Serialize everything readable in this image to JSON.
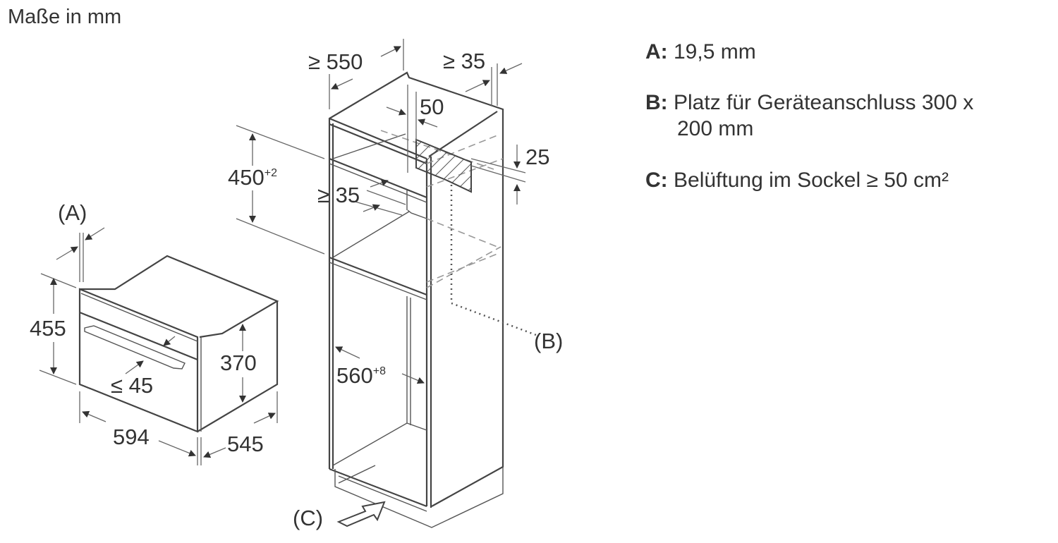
{
  "title": "Maße in mm",
  "legend": [
    {
      "key": "A:",
      "text": "19,5 mm"
    },
    {
      "key": "B:",
      "text": "Platz für Geräteanschluss 300 x",
      "text2": "200 mm"
    },
    {
      "key": "C:",
      "text": "Belüftung im Sockel ≥ 50 cm²"
    }
  ],
  "appliance": {
    "marker_a": "(A)",
    "height": "455",
    "side_height": "370",
    "handle_depth": "≤ 45",
    "width": "594",
    "depth": "545"
  },
  "cabinet": {
    "depth": "≥ 550",
    "rear_gap": "≥ 35",
    "offset": "50",
    "slot_height": "25",
    "niche_height": "450",
    "niche_height_tol": "+2",
    "shelf_gap": "≥ 35",
    "niche_width": "560",
    "niche_width_tol": "+8",
    "marker_b": "(B)",
    "marker_c": "(C)"
  }
}
